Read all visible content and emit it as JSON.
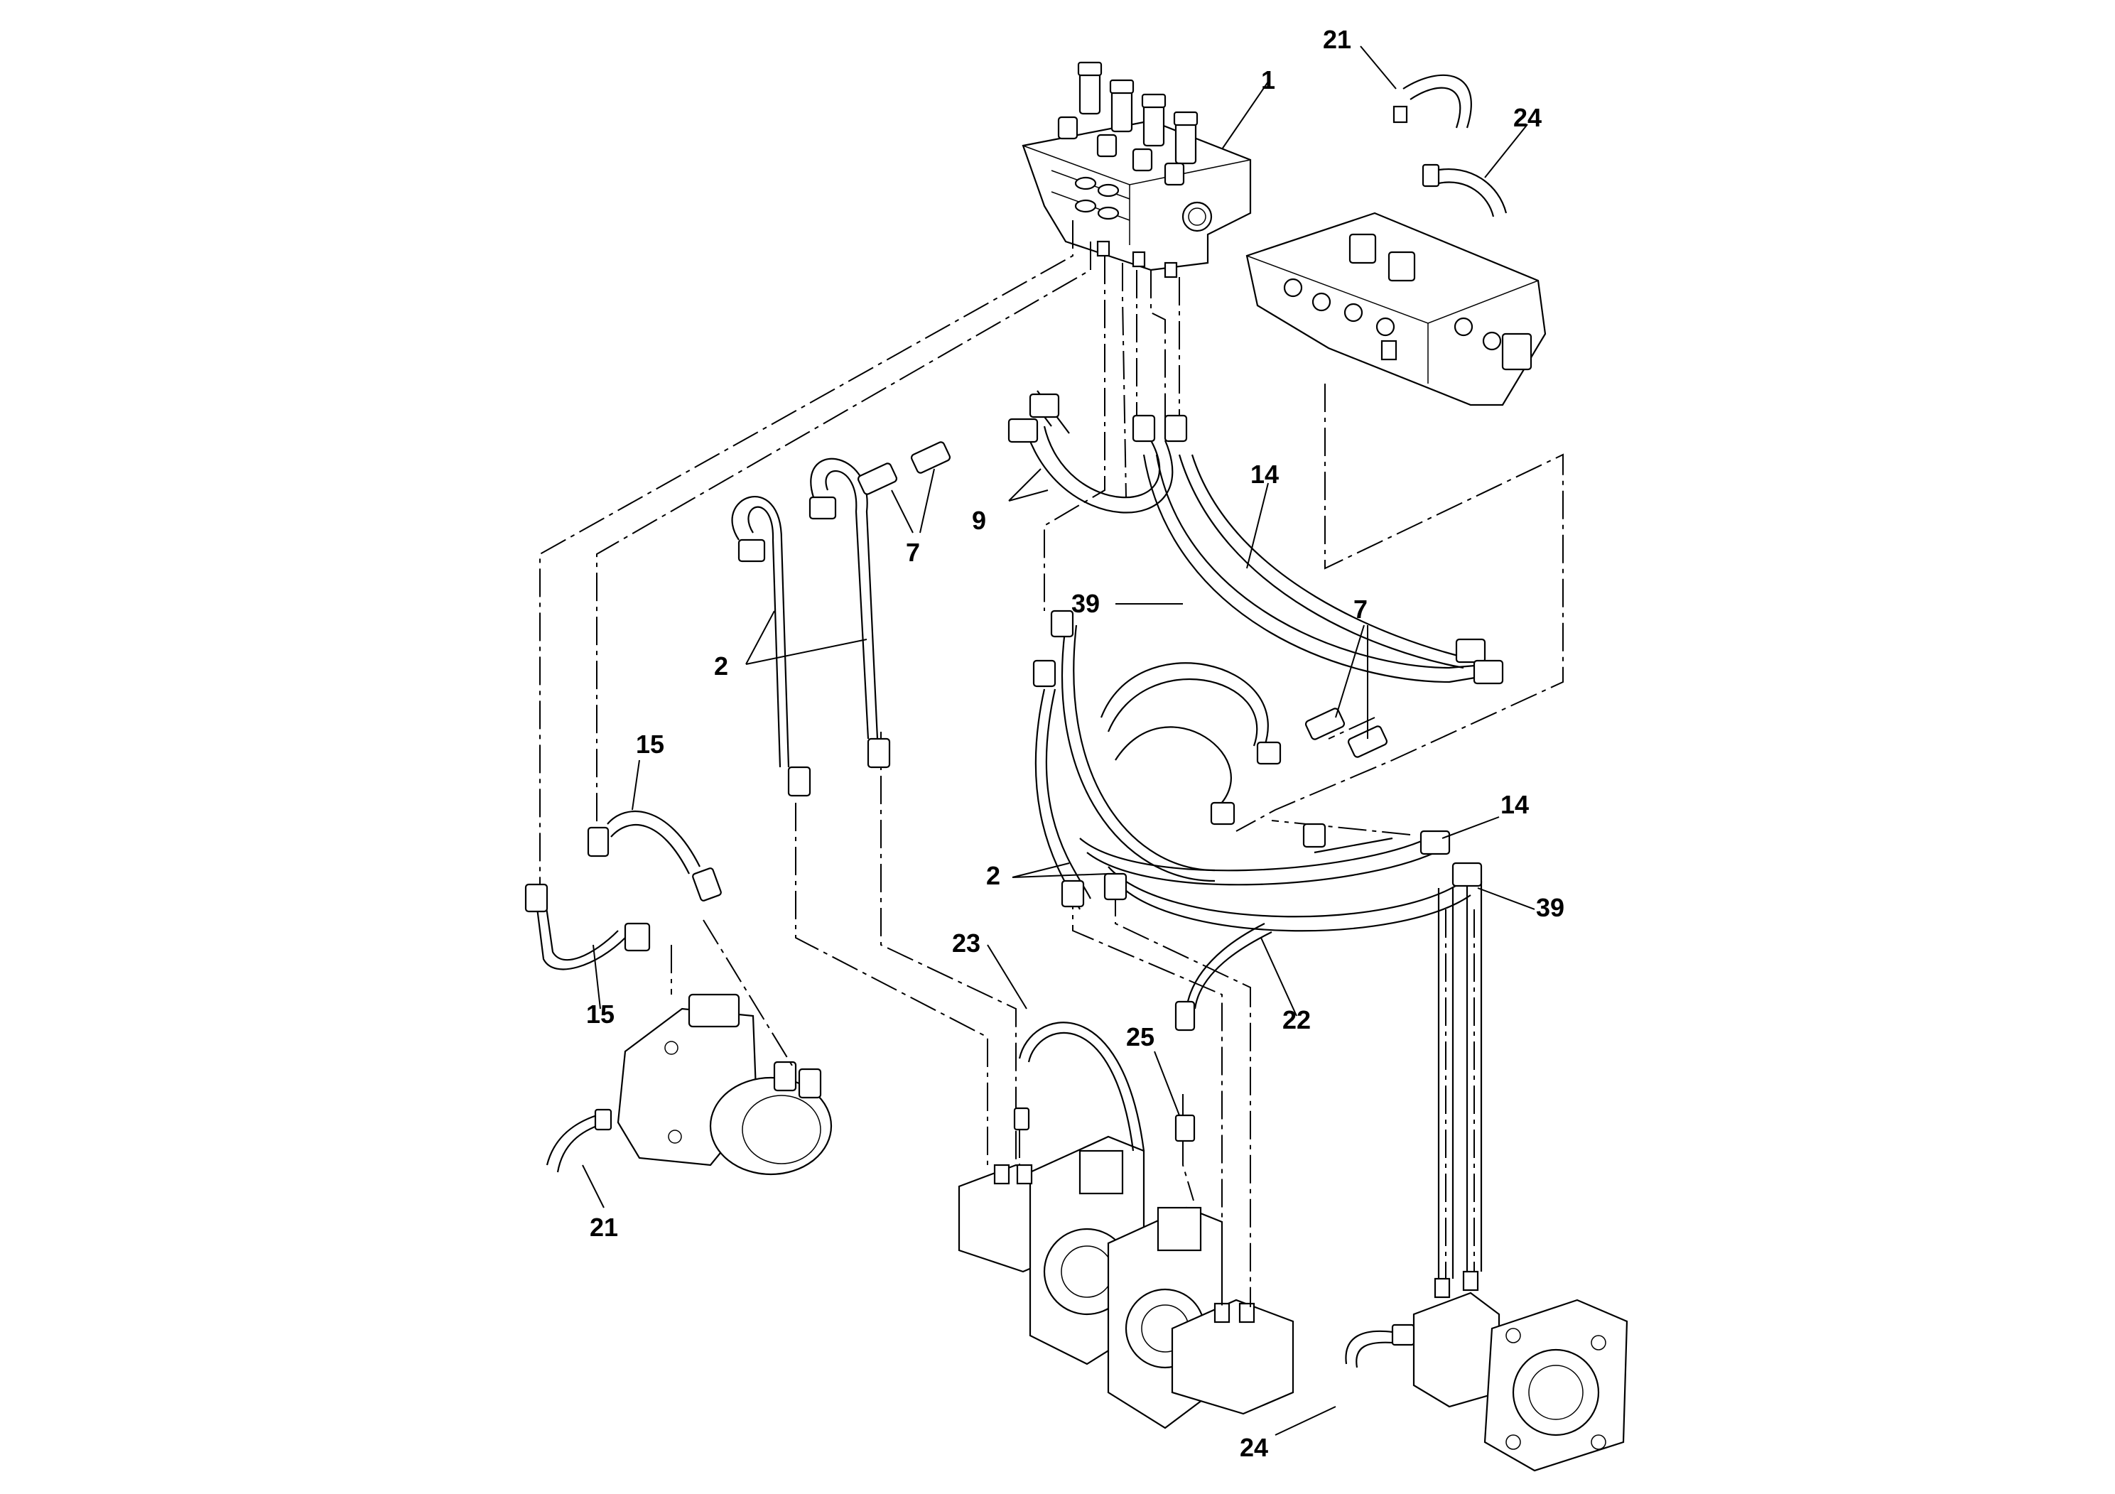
{
  "callouts": {
    "c1": "1",
    "c21_top": "21",
    "c24_top": "24",
    "c14_upper": "14",
    "c9": "9",
    "c7_left": "7",
    "c39_upper": "39",
    "c7_right": "7",
    "c2_upper": "2",
    "c15_upper": "15",
    "c14_lower": "14",
    "c2_lower": "2",
    "c39_lower": "39",
    "c23": "23",
    "c22": "22",
    "c15_lower": "15",
    "c25": "25",
    "c21_bottom": "21",
    "c24_bottom": "24"
  }
}
